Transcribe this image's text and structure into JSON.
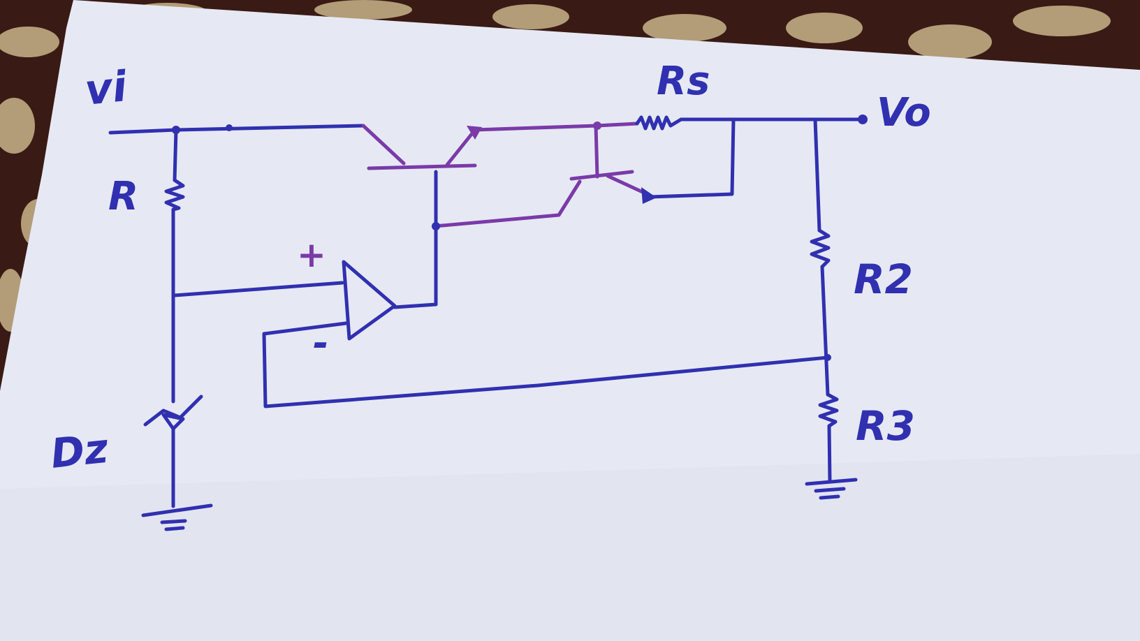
{
  "colors": {
    "ink_blue": "#3030b0",
    "ink_purple": "#7a3aa8",
    "paper": "#e6e9f3",
    "carpet_dark": "#3a1a14",
    "carpet_light": "#c9b48a"
  },
  "labels": {
    "vi": "vi",
    "vo": "Vo",
    "rs": "Rs",
    "r": "R",
    "r2": "R2",
    "r3": "R3",
    "dz": "Dz",
    "plus": "+",
    "minus": "-"
  }
}
